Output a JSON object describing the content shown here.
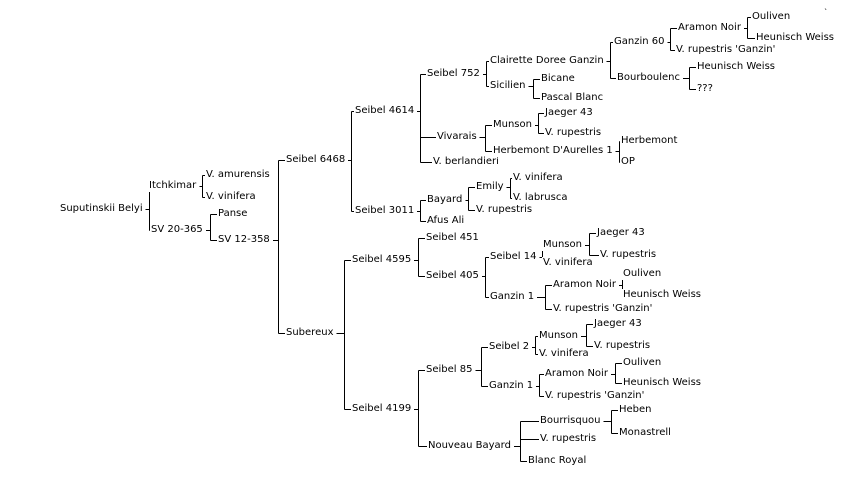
{
  "diagram": {
    "type": "pedigree-tree",
    "line_color": "#000000",
    "background": "#ffffff",
    "nodes": [
      {
        "id": "root",
        "label": "Suputinskii Belyi"
      },
      {
        "id": "itchkimar",
        "label": "Itchkimar"
      },
      {
        "id": "amurensis",
        "label": "V. amurensis"
      },
      {
        "id": "vinifera_a",
        "label": "V. vinifera"
      },
      {
        "id": "sv20",
        "label": "SV 20-365"
      },
      {
        "id": "panse",
        "label": "Panse"
      },
      {
        "id": "sv12",
        "label": "SV 12-358"
      },
      {
        "id": "s6468",
        "label": "Seibel 6468"
      },
      {
        "id": "subereux",
        "label": "Subereux"
      },
      {
        "id": "s4614",
        "label": "Seibel 4614"
      },
      {
        "id": "s3011",
        "label": "Seibel 3011"
      },
      {
        "id": "s752",
        "label": "Seibel 752"
      },
      {
        "id": "vivarais",
        "label": "Vivarais"
      },
      {
        "id": "berlandieri",
        "label": "V. berlandieri"
      },
      {
        "id": "clairette",
        "label": "Clairette Doree Ganzin"
      },
      {
        "id": "sicilien",
        "label": "Sicilien"
      },
      {
        "id": "ganzin60",
        "label": "Ganzin 60"
      },
      {
        "id": "bourboulenc",
        "label": "Bourboulenc"
      },
      {
        "id": "aramon_a",
        "label": "Aramon Noir"
      },
      {
        "id": "rup_ganzin_a",
        "label": "V. rupestris 'Ganzin'"
      },
      {
        "id": "ouliven_a",
        "label": "Ouliven"
      },
      {
        "id": "heunisch_a",
        "label": "Heunisch Weiss"
      },
      {
        "id": "heunisch_b",
        "label": "Heunisch Weiss"
      },
      {
        "id": "qqq",
        "label": "???"
      },
      {
        "id": "bicane",
        "label": "Bicane"
      },
      {
        "id": "pascal",
        "label": "Pascal Blanc"
      },
      {
        "id": "munson_a",
        "label": "Munson"
      },
      {
        "id": "herbemont_da",
        "label": "Herbemont D'Aurelles 1"
      },
      {
        "id": "jaeger_a",
        "label": "Jaeger 43"
      },
      {
        "id": "rup_a",
        "label": "V. rupestris"
      },
      {
        "id": "herbemont",
        "label": "Herbemont"
      },
      {
        "id": "op",
        "label": "OP"
      },
      {
        "id": "bayard",
        "label": "Bayard"
      },
      {
        "id": "afus",
        "label": "Afus Ali"
      },
      {
        "id": "emily",
        "label": "Emily"
      },
      {
        "id": "rup_b",
        "label": "V. rupestris"
      },
      {
        "id": "vinifera_b",
        "label": "V. vinifera"
      },
      {
        "id": "labrusca",
        "label": "V. labrusca"
      },
      {
        "id": "s4595",
        "label": "Seibel 4595"
      },
      {
        "id": "s4199",
        "label": "Seibel 4199"
      },
      {
        "id": "s451",
        "label": "Seibel 451"
      },
      {
        "id": "s405",
        "label": "Seibel 405"
      },
      {
        "id": "s14",
        "label": "Seibel 14"
      },
      {
        "id": "ganzin1_a",
        "label": "Ganzin 1"
      },
      {
        "id": "munson_b",
        "label": "Munson"
      },
      {
        "id": "vinifera_c",
        "label": "V. vinifera"
      },
      {
        "id": "jaeger_b",
        "label": "Jaeger 43"
      },
      {
        "id": "rup_c",
        "label": "V. rupestris"
      },
      {
        "id": "aramon_b",
        "label": "Aramon Noir"
      },
      {
        "id": "rup_ganzin_b",
        "label": "V. rupestris 'Ganzin'"
      },
      {
        "id": "ouliven_b",
        "label": "Ouliven"
      },
      {
        "id": "heunisch_c",
        "label": "Heunisch Weiss"
      },
      {
        "id": "s85",
        "label": "Seibel 85"
      },
      {
        "id": "nouveau",
        "label": "Nouveau Bayard"
      },
      {
        "id": "s2",
        "label": "Seibel 2"
      },
      {
        "id": "ganzin1_b",
        "label": "Ganzin 1"
      },
      {
        "id": "munson_c",
        "label": "Munson"
      },
      {
        "id": "vinifera_d",
        "label": "V. vinifera"
      },
      {
        "id": "jaeger_c",
        "label": "Jaeger 43"
      },
      {
        "id": "rup_d",
        "label": "V. rupestris"
      },
      {
        "id": "aramon_c",
        "label": "Aramon Noir"
      },
      {
        "id": "rup_ganzin_c",
        "label": "V. rupestris 'Ganzin'"
      },
      {
        "id": "ouliven_c",
        "label": "Ouliven"
      },
      {
        "id": "heunisch_d",
        "label": "Heunisch Weiss"
      },
      {
        "id": "bourrisquou",
        "label": "Bourrisquou"
      },
      {
        "id": "rup_e",
        "label": "V. rupestris"
      },
      {
        "id": "blanc_royal",
        "label": "Blanc Royal"
      },
      {
        "id": "heben",
        "label": "Heben"
      },
      {
        "id": "monastrell",
        "label": "Monastrell"
      }
    ],
    "edges": [
      [
        "root",
        "itchkimar"
      ],
      [
        "root",
        "sv20"
      ],
      [
        "itchkimar",
        "amurensis"
      ],
      [
        "itchkimar",
        "vinifera_a"
      ],
      [
        "sv20",
        "panse"
      ],
      [
        "sv20",
        "sv12"
      ],
      [
        "sv12",
        "s6468"
      ],
      [
        "sv12",
        "subereux"
      ],
      [
        "s6468",
        "s4614"
      ],
      [
        "s6468",
        "s3011"
      ],
      [
        "s4614",
        "s752"
      ],
      [
        "s4614",
        "vivarais"
      ],
      [
        "s4614",
        "berlandieri"
      ],
      [
        "s752",
        "clairette"
      ],
      [
        "s752",
        "sicilien"
      ],
      [
        "clairette",
        "ganzin60"
      ],
      [
        "clairette",
        "bourboulenc"
      ],
      [
        "ganzin60",
        "aramon_a"
      ],
      [
        "ganzin60",
        "rup_ganzin_a"
      ],
      [
        "aramon_a",
        "ouliven_a"
      ],
      [
        "aramon_a",
        "heunisch_a"
      ],
      [
        "bourboulenc",
        "heunisch_b"
      ],
      [
        "bourboulenc",
        "qqq"
      ],
      [
        "sicilien",
        "bicane"
      ],
      [
        "sicilien",
        "pascal"
      ],
      [
        "vivarais",
        "munson_a"
      ],
      [
        "vivarais",
        "herbemont_da"
      ],
      [
        "munson_a",
        "jaeger_a"
      ],
      [
        "munson_a",
        "rup_a"
      ],
      [
        "herbemont_da",
        "herbemont"
      ],
      [
        "herbemont_da",
        "op"
      ],
      [
        "s3011",
        "bayard"
      ],
      [
        "s3011",
        "afus"
      ],
      [
        "bayard",
        "emily"
      ],
      [
        "bayard",
        "rup_b"
      ],
      [
        "emily",
        "vinifera_b"
      ],
      [
        "emily",
        "labrusca"
      ],
      [
        "subereux",
        "s4595"
      ],
      [
        "subereux",
        "s4199"
      ],
      [
        "s4595",
        "s451"
      ],
      [
        "s4595",
        "s405"
      ],
      [
        "s405",
        "s14"
      ],
      [
        "s405",
        "ganzin1_a"
      ],
      [
        "s14",
        "munson_b"
      ],
      [
        "s14",
        "vinifera_c"
      ],
      [
        "munson_b",
        "jaeger_b"
      ],
      [
        "munson_b",
        "rup_c"
      ],
      [
        "ganzin1_a",
        "aramon_b"
      ],
      [
        "ganzin1_a",
        "rup_ganzin_b"
      ],
      [
        "aramon_b",
        "ouliven_b"
      ],
      [
        "aramon_b",
        "heunisch_c"
      ],
      [
        "s4199",
        "s85"
      ],
      [
        "s4199",
        "nouveau"
      ],
      [
        "s85",
        "s2"
      ],
      [
        "s85",
        "ganzin1_b"
      ],
      [
        "s2",
        "munson_c"
      ],
      [
        "s2",
        "vinifera_d"
      ],
      [
        "munson_c",
        "jaeger_c"
      ],
      [
        "munson_c",
        "rup_d"
      ],
      [
        "ganzin1_b",
        "aramon_c"
      ],
      [
        "ganzin1_b",
        "rup_ganzin_c"
      ],
      [
        "aramon_c",
        "ouliven_c"
      ],
      [
        "aramon_c",
        "heunisch_d"
      ],
      [
        "nouveau",
        "bourrisquou"
      ],
      [
        "nouveau",
        "rup_e"
      ],
      [
        "nouveau",
        "blanc_royal"
      ],
      [
        "bourrisquou",
        "heben"
      ],
      [
        "bourrisquou",
        "monastrell"
      ]
    ]
  }
}
